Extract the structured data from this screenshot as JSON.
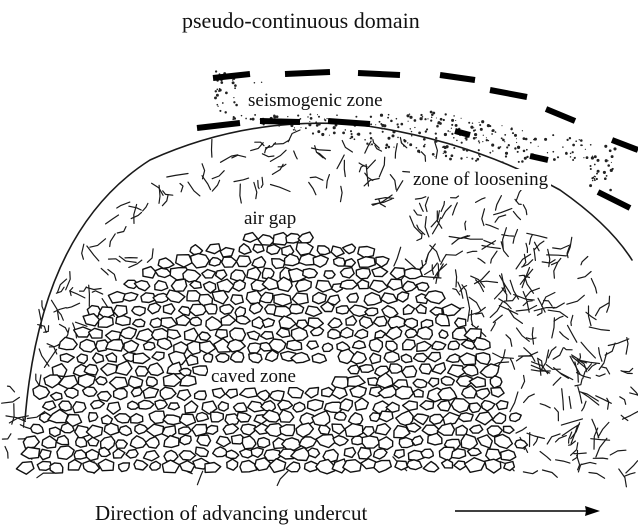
{
  "figure": {
    "title": "pseudo-continuous domain",
    "labels": {
      "seismogenic": "seismogenic zone",
      "loosening": "zone of loosening",
      "air_gap": "air gap",
      "caved": "caved zone"
    },
    "caption": "Direction of advancing undercut"
  },
  "colors": {
    "ink": "#111111",
    "background": "#ffffff"
  },
  "icons": {
    "direction_arrow": "right-arrow-icon"
  }
}
